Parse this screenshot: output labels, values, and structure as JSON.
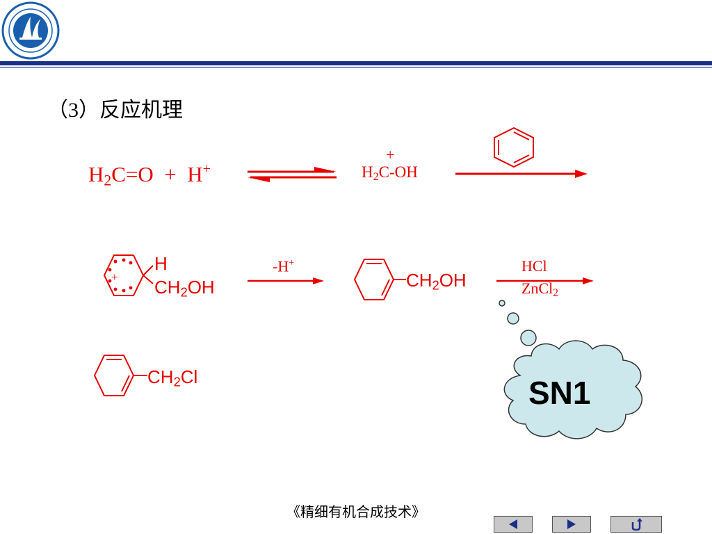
{
  "header": {
    "logo_icon": "school-seal-icon",
    "rule_color": "#1a2f86"
  },
  "heading": {
    "text": "（3）反应机理"
  },
  "colors": {
    "reaction": "#e60000",
    "cloud_fill": "#cde8ec",
    "nav_fill": "#c8c8c8"
  },
  "reaction1": {
    "reactant_a": {
      "main": "H",
      "sub": "2",
      "rest": "C=O"
    },
    "plus": "+",
    "reactant_b": {
      "main": "H",
      "sup": "+"
    },
    "equilibrium_icon": "equilibrium-arrows-icon",
    "intermediate": {
      "charge": "+",
      "main": "H",
      "sub": "2",
      "rest": "C-OH"
    },
    "reagent_icon": "benzene-ring-icon"
  },
  "reaction2": {
    "sigma_complex": {
      "ring_charge": "+",
      "h_label": "H",
      "substituent": {
        "main": "CH",
        "sub": "2",
        "rest": "OH"
      }
    },
    "step_label": {
      "main": "-H",
      "sup": "+"
    },
    "product": {
      "main": "CH",
      "sub": "2",
      "rest": "OH"
    },
    "reagents": {
      "line1": "HCl",
      "line2": {
        "main": "ZnCl",
        "sub": "2"
      }
    }
  },
  "reaction3": {
    "product": {
      "main": "CH",
      "sub": "2",
      "rest": "Cl"
    }
  },
  "callout": {
    "text": "SN1"
  },
  "footer": {
    "text": "《精细有机合成技术》"
  },
  "nav": {
    "prev_icon": "previous-slide-icon",
    "next_icon": "next-slide-icon",
    "return_icon": "return-icon"
  }
}
